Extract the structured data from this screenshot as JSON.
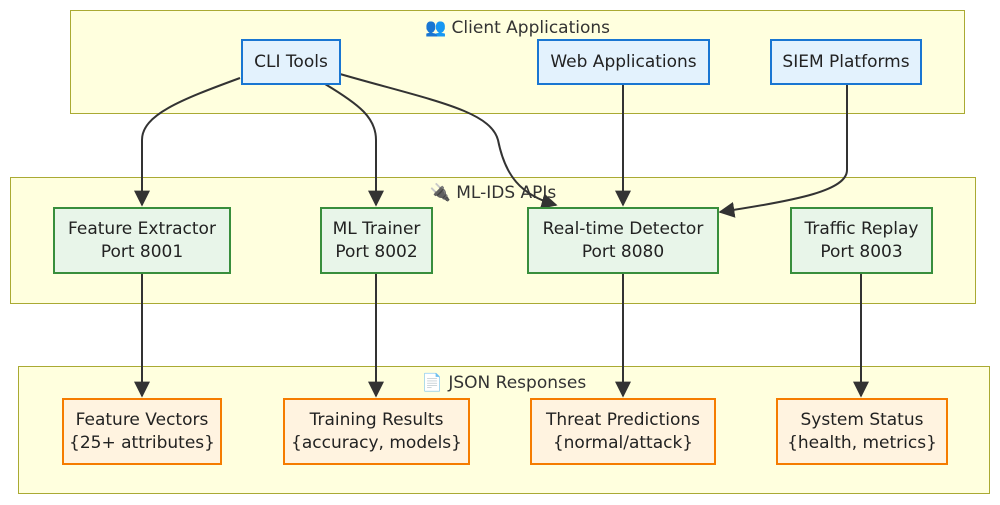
{
  "groups": {
    "clients": {
      "title": "👥 Client Applications"
    },
    "apis": {
      "title": "🔌 ML-IDS APIs"
    },
    "responses": {
      "title": "📄 JSON Responses"
    }
  },
  "clients": {
    "cli": "CLI Tools",
    "web": "Web Applications",
    "siem": "SIEM Platforms"
  },
  "apis": {
    "feature": {
      "name": "Feature Extractor",
      "port": "Port 8001"
    },
    "trainer": {
      "name": "ML Trainer",
      "port": "Port 8002"
    },
    "detector": {
      "name": "Real-time Detector",
      "port": "Port 8080"
    },
    "replay": {
      "name": "Traffic Replay",
      "port": "Port 8003"
    }
  },
  "responses": {
    "vectors": {
      "name": "Feature Vectors",
      "detail": "{25+ attributes}"
    },
    "training": {
      "name": "Training Results",
      "detail": "{accuracy, models}"
    },
    "threat": {
      "name": "Threat Predictions",
      "detail": "{normal/attack}"
    },
    "status": {
      "name": "System Status",
      "detail": "{health, metrics}"
    }
  },
  "colors": {
    "client_fill": "#e3f2fd",
    "client_border": "#1976d2",
    "api_fill": "#e8f5e9",
    "api_border": "#388e3c",
    "resp_fill": "#fff3e0",
    "resp_border": "#f57c00",
    "group_fill": "#ffffde",
    "group_border": "#aaaa33",
    "edge": "#333333"
  }
}
